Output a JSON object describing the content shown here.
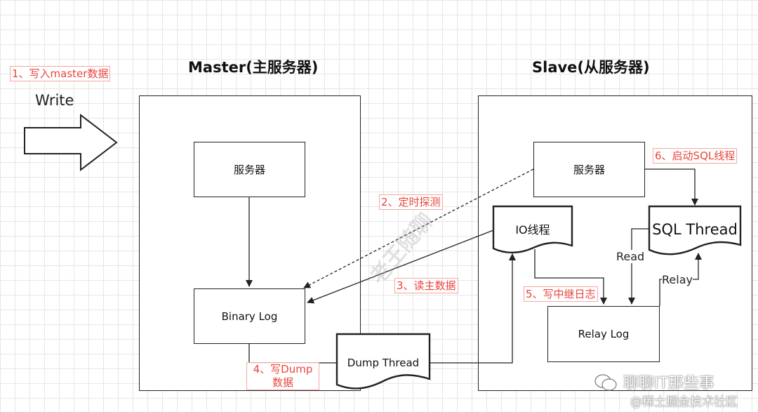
{
  "master": {
    "title": "Master(主服务器)",
    "server": "服务器",
    "binary_log": "Binary Log"
  },
  "slave": {
    "title": "Slave(从服务器)",
    "server": "服务器",
    "io_thread": "IO线程",
    "sql_thread": "SQL Thread",
    "relay_log": "Relay Log"
  },
  "dump_thread": "Dump Thread",
  "write_label": "Write",
  "read_label": "Read",
  "relay_label": "Relay",
  "steps": {
    "step1": "1、写入master数据",
    "step2": "2、定时探测",
    "step3": "3、读主数据",
    "step4": "4、写Dump数据",
    "step5": "5、写中继日志",
    "step6": "6、启动SQL线程"
  },
  "watermarks": {
    "center": "老王随聊",
    "footer_main": "聊聊IT那些事",
    "footer_sub": "@稀土掘金技术社区"
  },
  "colors": {
    "step_label": "#e8453c",
    "grid": "#e6e6e6",
    "stroke": "#222222"
  }
}
